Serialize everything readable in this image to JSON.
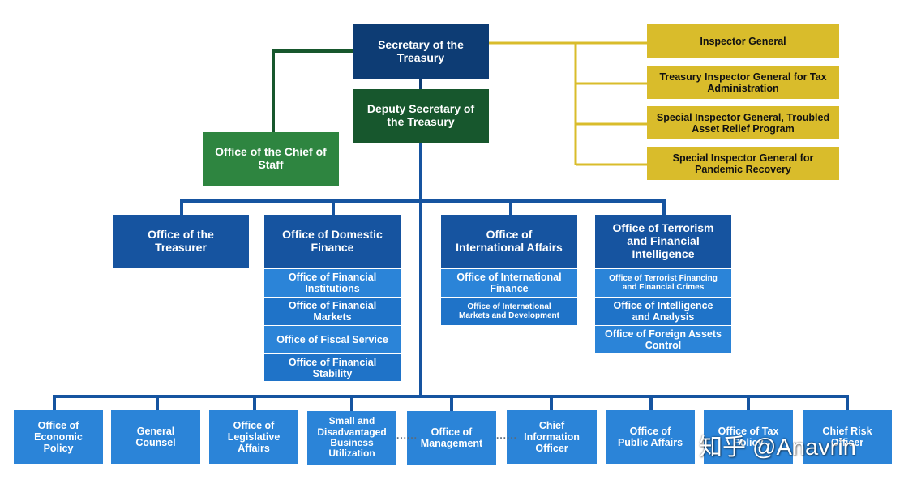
{
  "colors": {
    "navy": "#0d3c74",
    "dark_green": "#17572d",
    "green": "#2e8540",
    "gold": "#d9bc2b",
    "department_blue": "#1654a0",
    "sub_office_blue": "#2b84d8",
    "connector_blue": "#1654a0",
    "connector_gold": "#d9bc2b",
    "connector_green": "#17572d"
  },
  "top": {
    "secretary": "Secretary of the\nTreasury",
    "deputy": "Deputy Secretary of\nthe Treasury",
    "chief_of_staff": "Office of the Chief of\nStaff"
  },
  "inspectors": [
    "Inspector General",
    "Treasury Inspector General for Tax\nAdministration",
    "Special Inspector General, Troubled\nAsset Relief Program",
    "Special Inspector General for\nPandemic Recovery"
  ],
  "departments": {
    "treasurer": {
      "title": "Office of the\nTreasurer"
    },
    "domestic_finance": {
      "title": "Office of Domestic\nFinance",
      "subs": [
        "Office of Financial\nInstitutions",
        "Office of Financial\nMarkets",
        "Office of Fiscal Service",
        "Office of Financial\nStability"
      ]
    },
    "international_affairs": {
      "title": "Office of\nInternational  Affairs",
      "subs": [
        "Office of International\nFinance",
        "Office of International\nMarkets and Development"
      ]
    },
    "terrorism": {
      "title": "Office of Terrorism\nand Financial\nIntelligence",
      "subs": [
        "Office of  Terrorist Financing\nand Financial Crimes",
        "Office of Intelligence\nand Analysis",
        "Office of  Foreign Assets\nControl"
      ]
    }
  },
  "bottom_offices": [
    "Office of\nEconomic\nPolicy",
    "General\nCounsel",
    "Office of\nLegislative\nAffairs",
    "Small and\nDisadvantaged\nBusiness\nUtilization",
    "Office of\nManagement",
    "Chief\nInformation\nOfficer",
    "Office of\nPublic Affairs",
    "Office of Tax\nPolicy",
    "Chief Risk\nOfficer"
  ],
  "watermark": "知乎 @Anavrin",
  "ellipsis": "......"
}
